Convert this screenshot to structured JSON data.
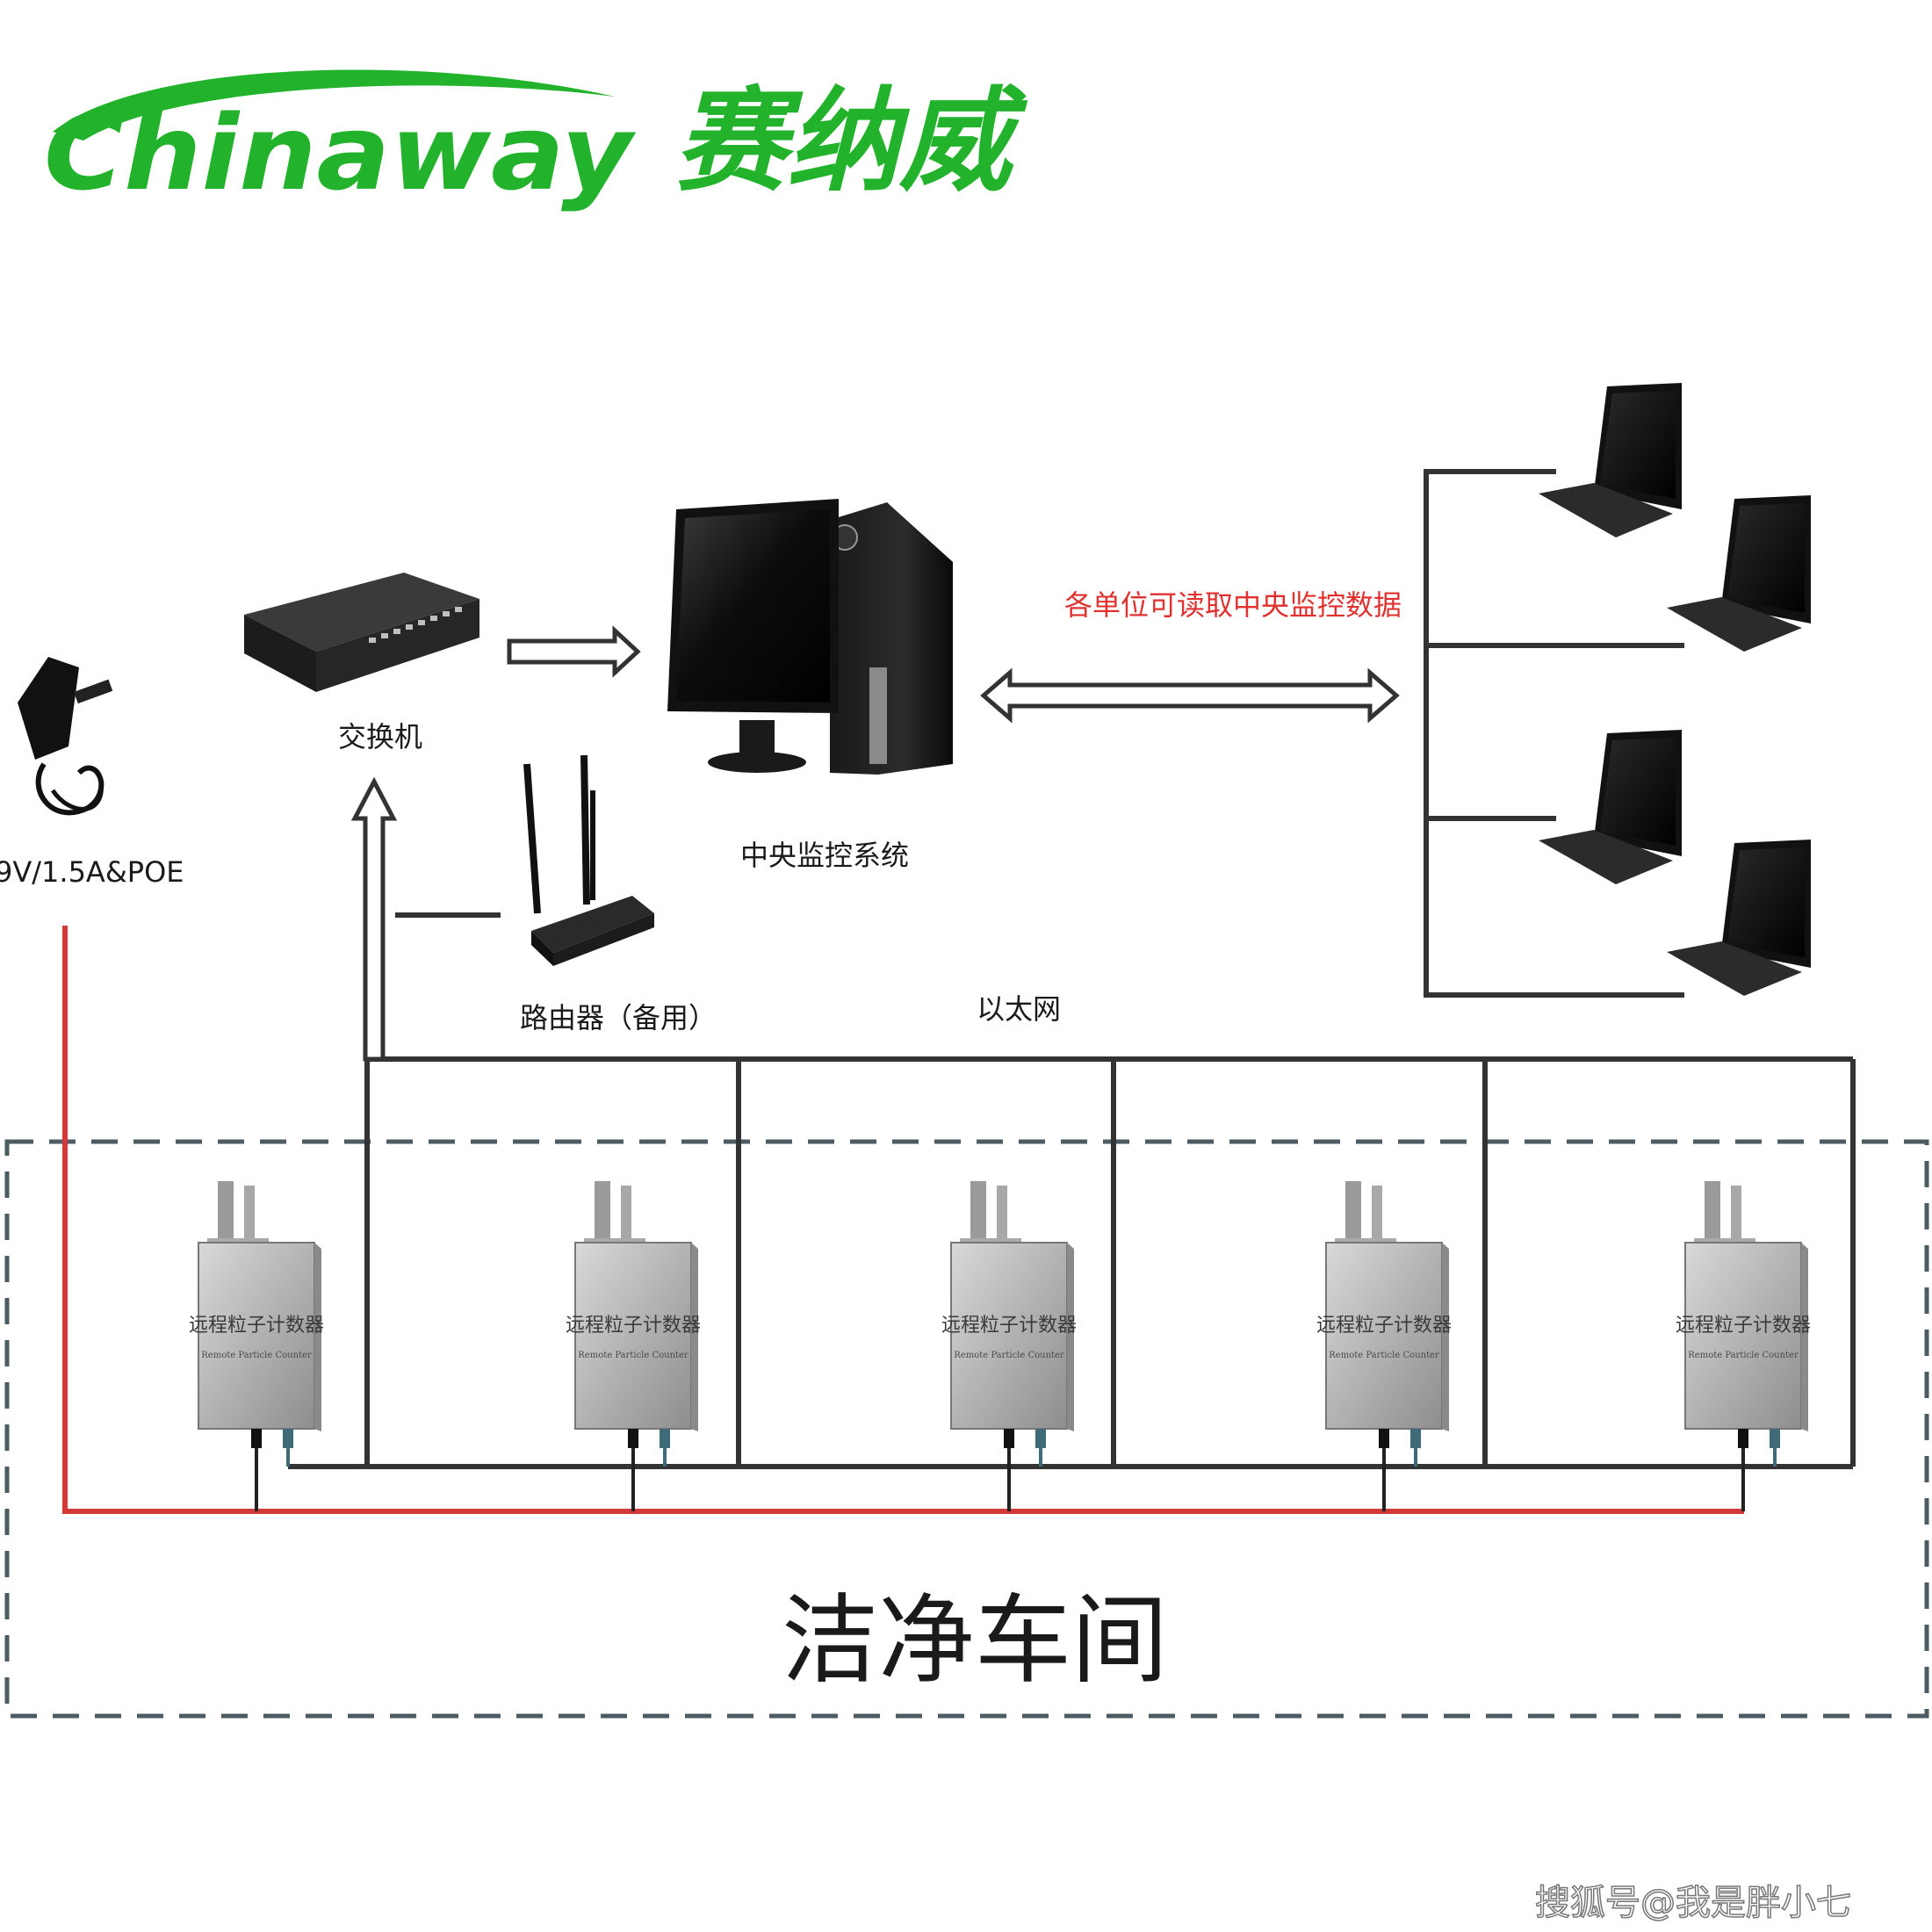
{
  "brand": {
    "logo_latin": "Chinaway",
    "logo_cn": "赛纳威",
    "color": "#22b22b"
  },
  "labels": {
    "switch": "交换机",
    "router": "路由器（备用）",
    "central_system": "中央监控系统",
    "read_access": "各单位可读取中央监控数据",
    "ethernet": "以太网",
    "power_supply": "9V/1.5A&POE",
    "cleanroom": "洁净车间"
  },
  "counter": {
    "name_cn": "远程粒子计数器",
    "name_en": "Remote Particle Counter",
    "count": 5
  },
  "watermark": "搜狐号@我是胖小七",
  "colors": {
    "network_line": "#333333",
    "power_line": "#d4393a",
    "zone_border": "#4d5b63",
    "read_access_text": "#e0312f",
    "device_body": "#b8b8b8"
  }
}
